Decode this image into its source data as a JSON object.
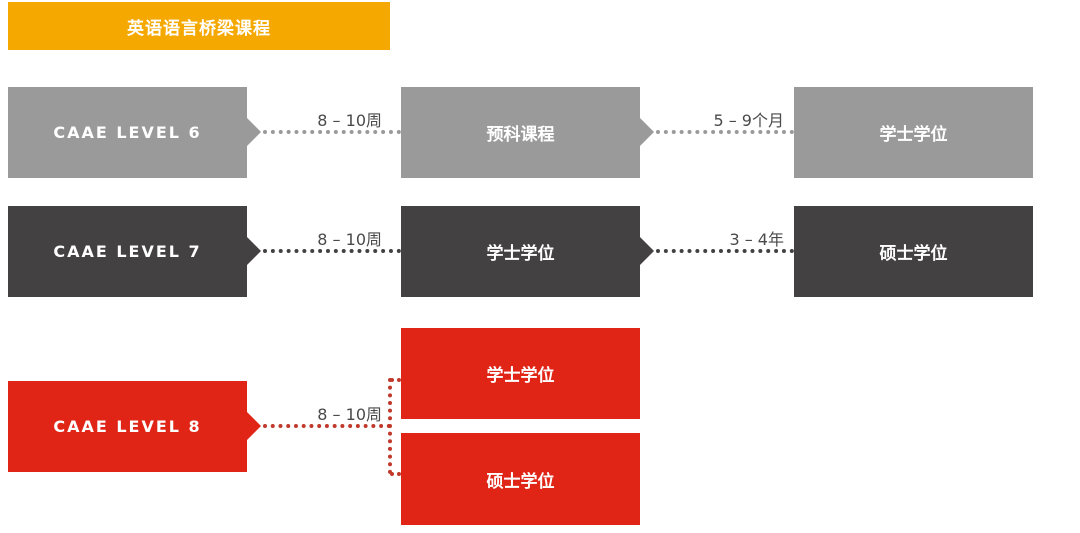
{
  "header": {
    "title": "英语语言桥梁课程",
    "color": "#F5A800"
  },
  "colors": {
    "gray": "#9B9A9A",
    "dark": "#434141",
    "red": "#E02416"
  },
  "rows": [
    {
      "level": "CAAE LEVEL 6",
      "duration1": "8 – 10周",
      "step": "预科课程",
      "duration2": "5 – 9个月",
      "outcome": "学士学位"
    },
    {
      "level": "CAAE LEVEL 7",
      "duration1": "8 – 10周",
      "step": "学士学位",
      "duration2": "3 – 4年",
      "outcome": "硕士学位"
    },
    {
      "level": "CAAE LEVEL 8",
      "duration1": "8 – 10周",
      "outcomes": [
        "学士学位",
        "硕士学位"
      ]
    }
  ]
}
